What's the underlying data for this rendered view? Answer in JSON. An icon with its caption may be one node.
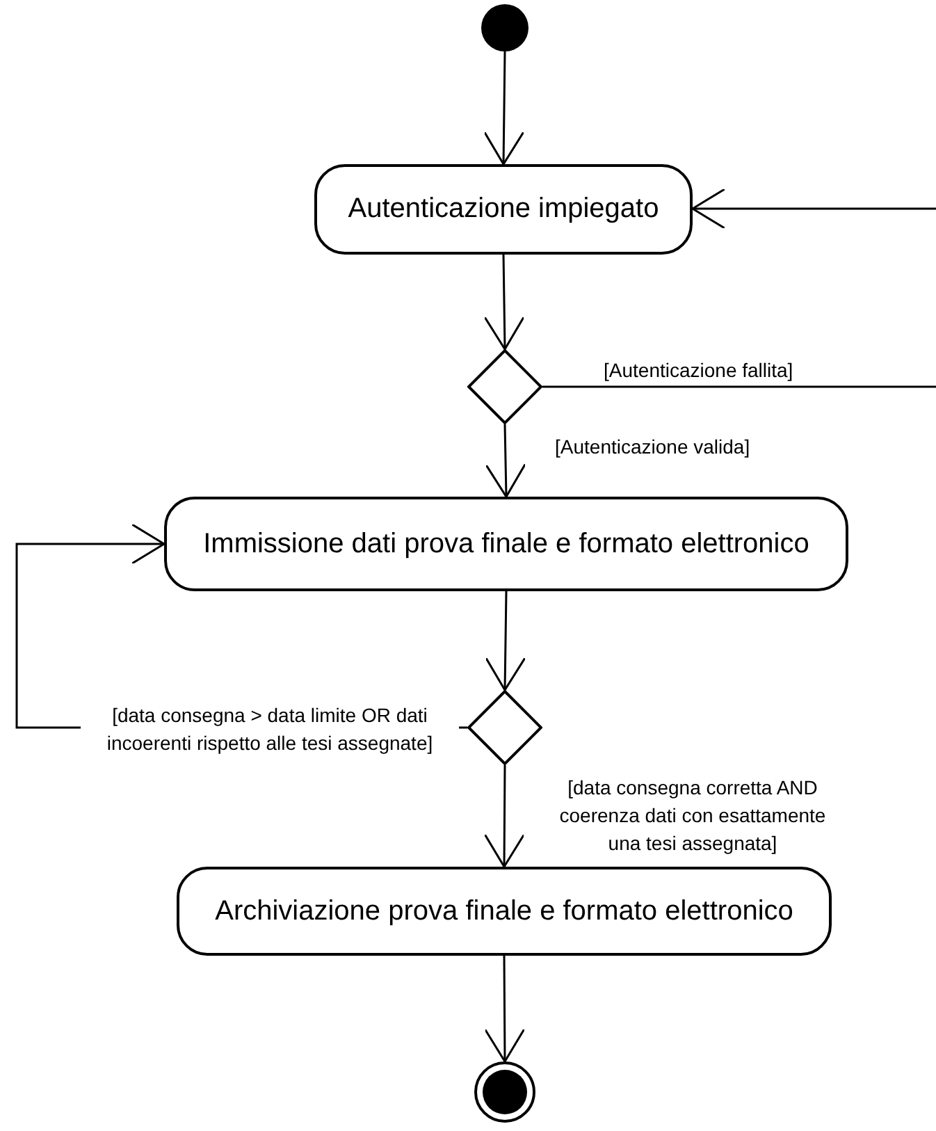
{
  "diagram": {
    "nodes": [
      {
        "text": [],
        "shape": "circle"
      },
      {
        "text": [
          "Autenticazione impiegato"
        ]
      },
      {
        "text": [],
        "shape": "diamond"
      },
      {
        "text": [
          "Immissione dati prova finale e formato elettronico"
        ]
      },
      {
        "text": [],
        "shape": "diamond"
      },
      {
        "text": [
          "Archiviazione prova finale e formato elettronico"
        ]
      },
      {
        "text": [],
        "shape": "circle"
      }
    ],
    "edges": [
      {
        "from": 0,
        "to": 1,
        "arrow": "to"
      },
      {
        "from": 1,
        "to": 2,
        "arrow": "to"
      },
      {
        "from": 2,
        "to": null,
        "arrow": "none",
        "label": "[Autenticazione fallita]"
      },
      {
        "from": null,
        "to": 1,
        "arrow": "to"
      },
      {
        "from": 2,
        "to": 3,
        "arrow": "to",
        "label": "[Autenticazione valida]"
      },
      {
        "from": 3,
        "to": 4,
        "arrow": "to"
      },
      {
        "from": 4,
        "to": 3,
        "arrow": "to",
        "label": "[data consegna > data limite OR dati incoerenti rispetto alle tesi assegnate]"
      },
      {
        "from": 4,
        "to": 5,
        "arrow": "to",
        "label": "[data consegna corretta AND coerenza dati con esattamente una tesi assegnata]"
      },
      {
        "from": 5,
        "to": 6,
        "arrow": "to"
      }
    ]
  }
}
